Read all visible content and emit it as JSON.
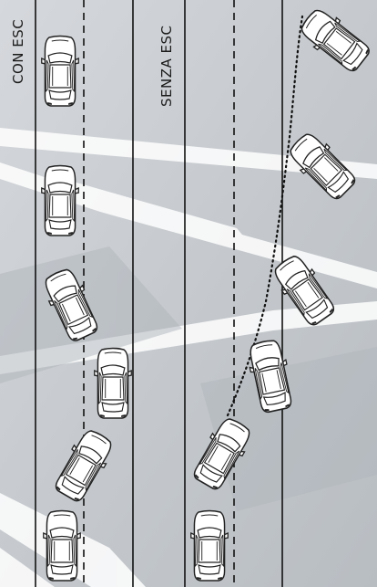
{
  "labels": {
    "with_esc": "CON ESC",
    "without_esc": "SENZA ESC"
  },
  "colors": {
    "background": "#c9cdd1",
    "paint_stripe": "#ffffff",
    "lane_line": "#111111",
    "car_body": "#ffffff",
    "car_outline": "#222222"
  },
  "panels": [
    {
      "name": "con-esc",
      "cars": 6
    },
    {
      "name": "senza-esc",
      "cars": 6
    }
  ]
}
